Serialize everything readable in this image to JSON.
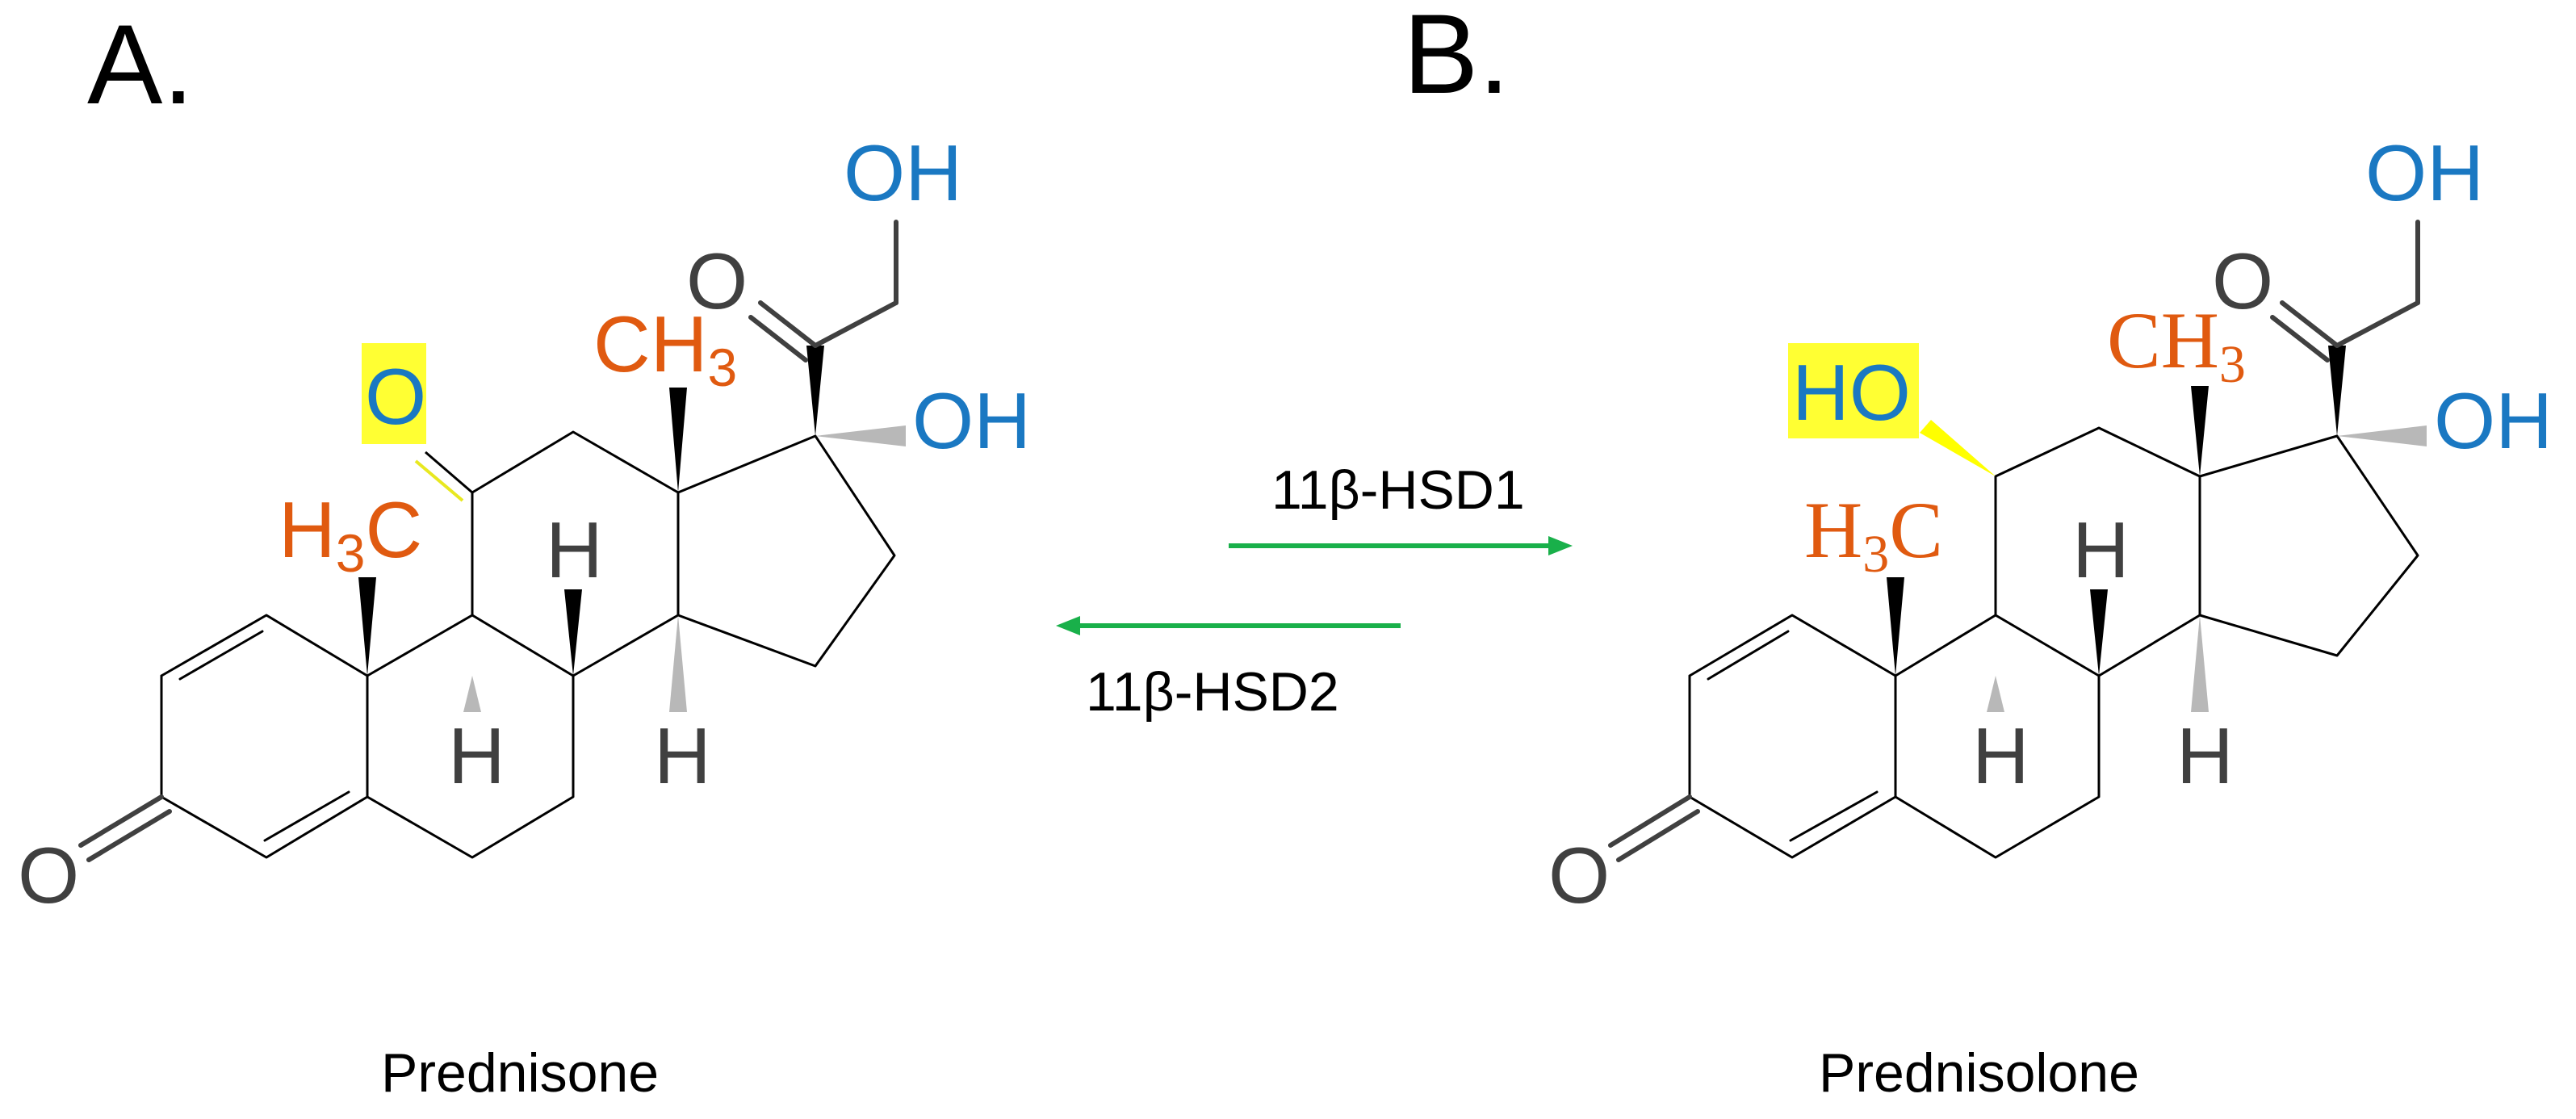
{
  "panels": [
    {
      "letter": "A.",
      "name": "Prednisone",
      "label_11": "O",
      "methyl_19_h": "H",
      "methyl_19_sub": "3",
      "methyl_19_c": "C",
      "methyl_18_c": "CH",
      "methyl_18_sub": "3",
      "ketone_20": "O",
      "hydroxyl_21": "OH",
      "hydroxyl_17": "OH",
      "ketone_3": "O",
      "h_8": "H",
      "h_9": "H",
      "h_14": "H"
    },
    {
      "letter": "B.",
      "name": "Prednisolone",
      "label_11": "HO",
      "methyl_19_h": "H",
      "methyl_19_sub": "3",
      "methyl_19_c": "C",
      "methyl_18_c": "CH",
      "methyl_18_sub": "3",
      "ketone_20": "O",
      "hydroxyl_21": "OH",
      "hydroxyl_17": "OH",
      "ketone_3": "O",
      "h_8": "H",
      "h_9": "H",
      "h_14": "H"
    }
  ],
  "reactions": [
    {
      "label": "11β-HSD1",
      "direction": "forward"
    },
    {
      "label": "11β-HSD2",
      "direction": "reverse"
    }
  ],
  "colors": {
    "carbon_group": "#e05a10",
    "hydroxyl": "#1a78c2",
    "oxygen": "#404040",
    "highlight": "#ffff33",
    "arrow": "#19b04a",
    "hash": "#b8b8b8",
    "bond": "#000000"
  }
}
